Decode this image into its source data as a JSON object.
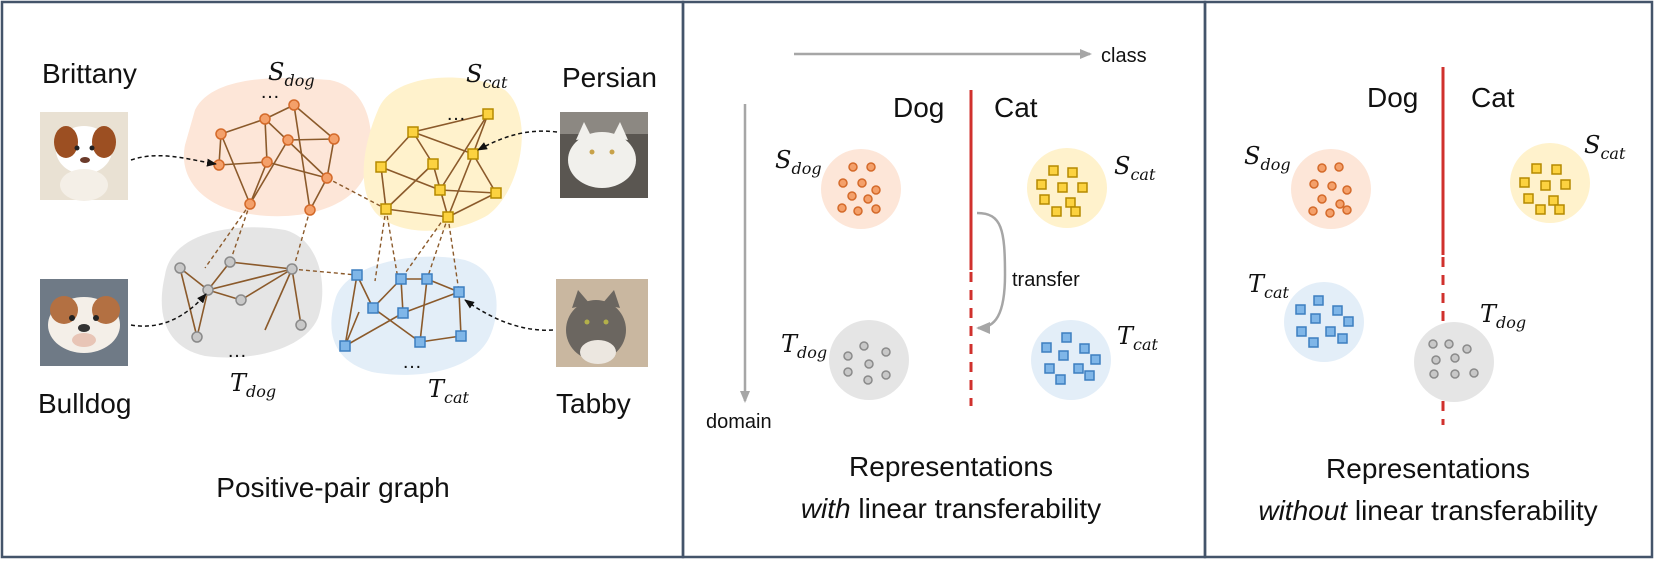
{
  "panel1": {
    "caption": "Positive-pair graph",
    "breeds": {
      "brittany": "Brittany",
      "persian": "Persian",
      "bulldog": "Bulldog",
      "tabby": "Tabby"
    },
    "sets": {
      "s_dog": {
        "base": "S",
        "sub": "dog"
      },
      "s_cat": {
        "base": "S",
        "sub": "cat"
      },
      "t_dog": {
        "base": "T",
        "sub": "dog"
      },
      "t_cat": {
        "base": "T",
        "sub": "cat"
      }
    },
    "ellipsis": "…"
  },
  "panel2": {
    "class_axis": "class",
    "domain_axis": "domain",
    "dog": "Dog",
    "cat": "Cat",
    "transfer": "transfer",
    "caption_line1": "Representations",
    "caption_em": "with",
    "caption_rest": " linear transferability",
    "sets": {
      "s_dog": {
        "base": "S",
        "sub": "dog"
      },
      "s_cat": {
        "base": "S",
        "sub": "cat"
      },
      "t_dog": {
        "base": "T",
        "sub": "dog"
      },
      "t_cat": {
        "base": "T",
        "sub": "cat"
      }
    }
  },
  "panel3": {
    "dog": "Dog",
    "cat": "Cat",
    "caption_line1": "Representations",
    "caption_em": "without",
    "caption_rest": " linear transferability",
    "sets": {
      "s_dog": {
        "base": "S",
        "sub": "dog"
      },
      "s_cat": {
        "base": "S",
        "sub": "cat"
      },
      "t_cat": {
        "base": "T",
        "sub": "cat"
      },
      "t_dog": {
        "base": "T",
        "sub": "dog"
      }
    }
  },
  "colors": {
    "frame": "#44546a",
    "edge": "#8b5a2b",
    "dog_fill": "#f4a06a",
    "dog_stroke": "#d46a2a",
    "dog_blob": "#fde6d8",
    "cat_fill": "#fcd240",
    "cat_stroke": "#b58a00",
    "cat_blob": "#fff2cc",
    "tdog_fill": "#c8c8c8",
    "tdog_stroke": "#8a8a8a",
    "tdog_blob": "#e5e5e5",
    "tcat_fill": "#7fb6e8",
    "tcat_stroke": "#3d7fbf",
    "tcat_blob": "#e3eef8",
    "boundary": "#d0312d",
    "arrow": "#a6a6a6"
  }
}
